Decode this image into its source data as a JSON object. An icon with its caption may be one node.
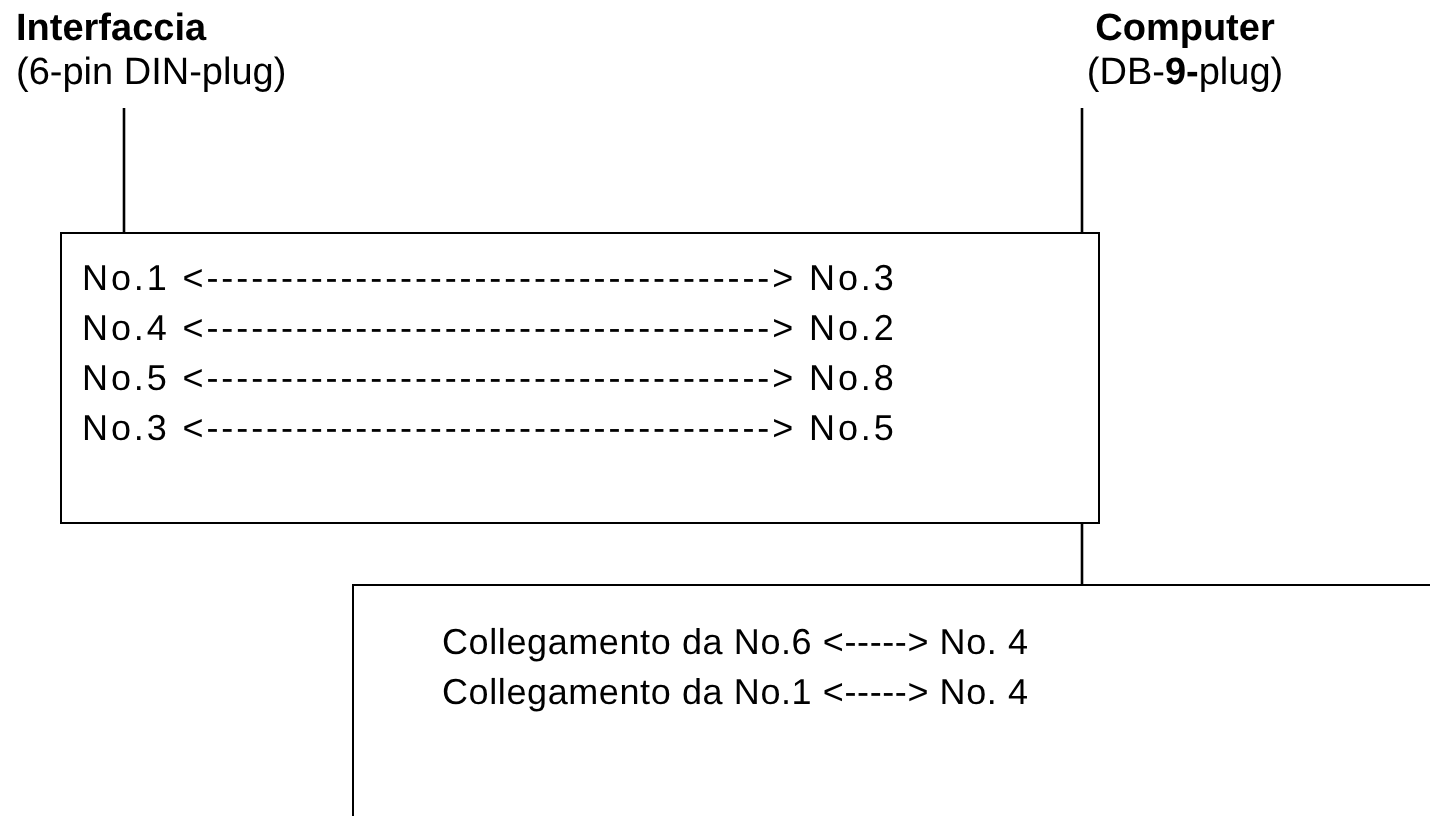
{
  "diagram": {
    "nodes": [
      {
        "text": [
          "Interfaccia",
          "(6-pin DIN-plug)"
        ]
      },
      {
        "text": [
          "Computer",
          "(DB-**9-**plug)"
        ]
      },
      {
        "text": [
          "No.1 <--------------------------------------> No.3",
          "No.4 <--------------------------------------> No.2",
          "No.5 <--------------------------------------> No.8",
          "No.3 <--------------------------------------> No.5"
        ]
      },
      {
        "text": [
          "Collegamento da No.6 <-----> No. 4",
          "Collegamento da No.1 <-----> No. 4"
        ]
      }
    ],
    "edges": [
      {
        "from": 0,
        "to": 2,
        "arrow": "none"
      },
      {
        "from": 1,
        "to": 2,
        "arrow": "none"
      },
      {
        "from": 2,
        "to": 3,
        "arrow": "none"
      }
    ]
  }
}
